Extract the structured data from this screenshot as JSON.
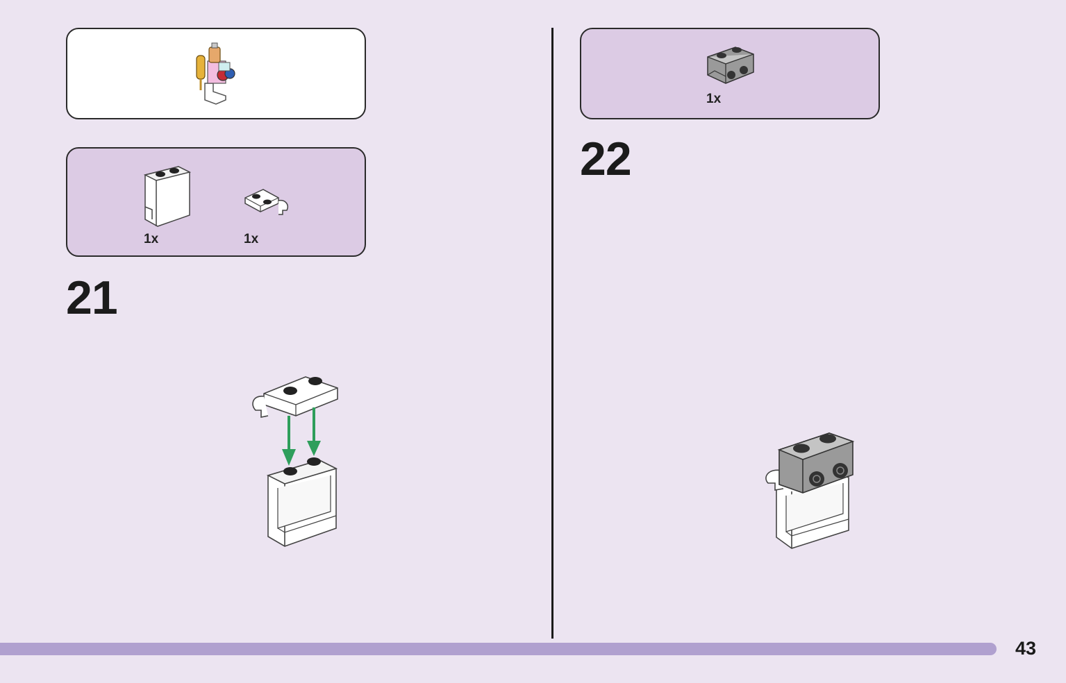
{
  "left_page": {
    "submodel_icon": "vanity-stand-icon",
    "parts_panel": {
      "items": [
        {
          "icon": "white-panel-brick-icon",
          "qty": "1x"
        },
        {
          "icon": "white-clip-plate-icon",
          "qty": "1x"
        }
      ]
    },
    "step_number": "21",
    "action_arrow_color": "#2e9e5b"
  },
  "right_page": {
    "parts_panel": {
      "items": [
        {
          "icon": "grey-bracket-brick-icon",
          "qty": "1x"
        }
      ]
    },
    "step_number": "22"
  },
  "footer": {
    "page_number": "43",
    "bar_color": "#b0a0cf"
  },
  "colors": {
    "background": "#ece4f1",
    "panel": "#dccbe4"
  }
}
